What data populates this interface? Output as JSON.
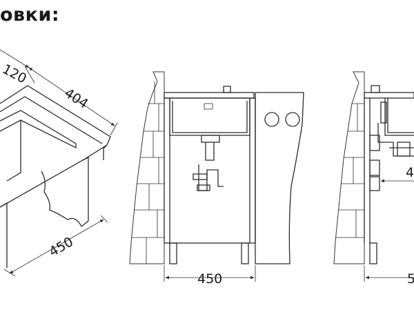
{
  "heading": "овки:",
  "dimensions": {
    "iso_depth": "120",
    "iso_width": "404",
    "iso_base": "450",
    "front_width": "450",
    "side_partial_label": "4",
    "side_bottom_label": "5"
  }
}
